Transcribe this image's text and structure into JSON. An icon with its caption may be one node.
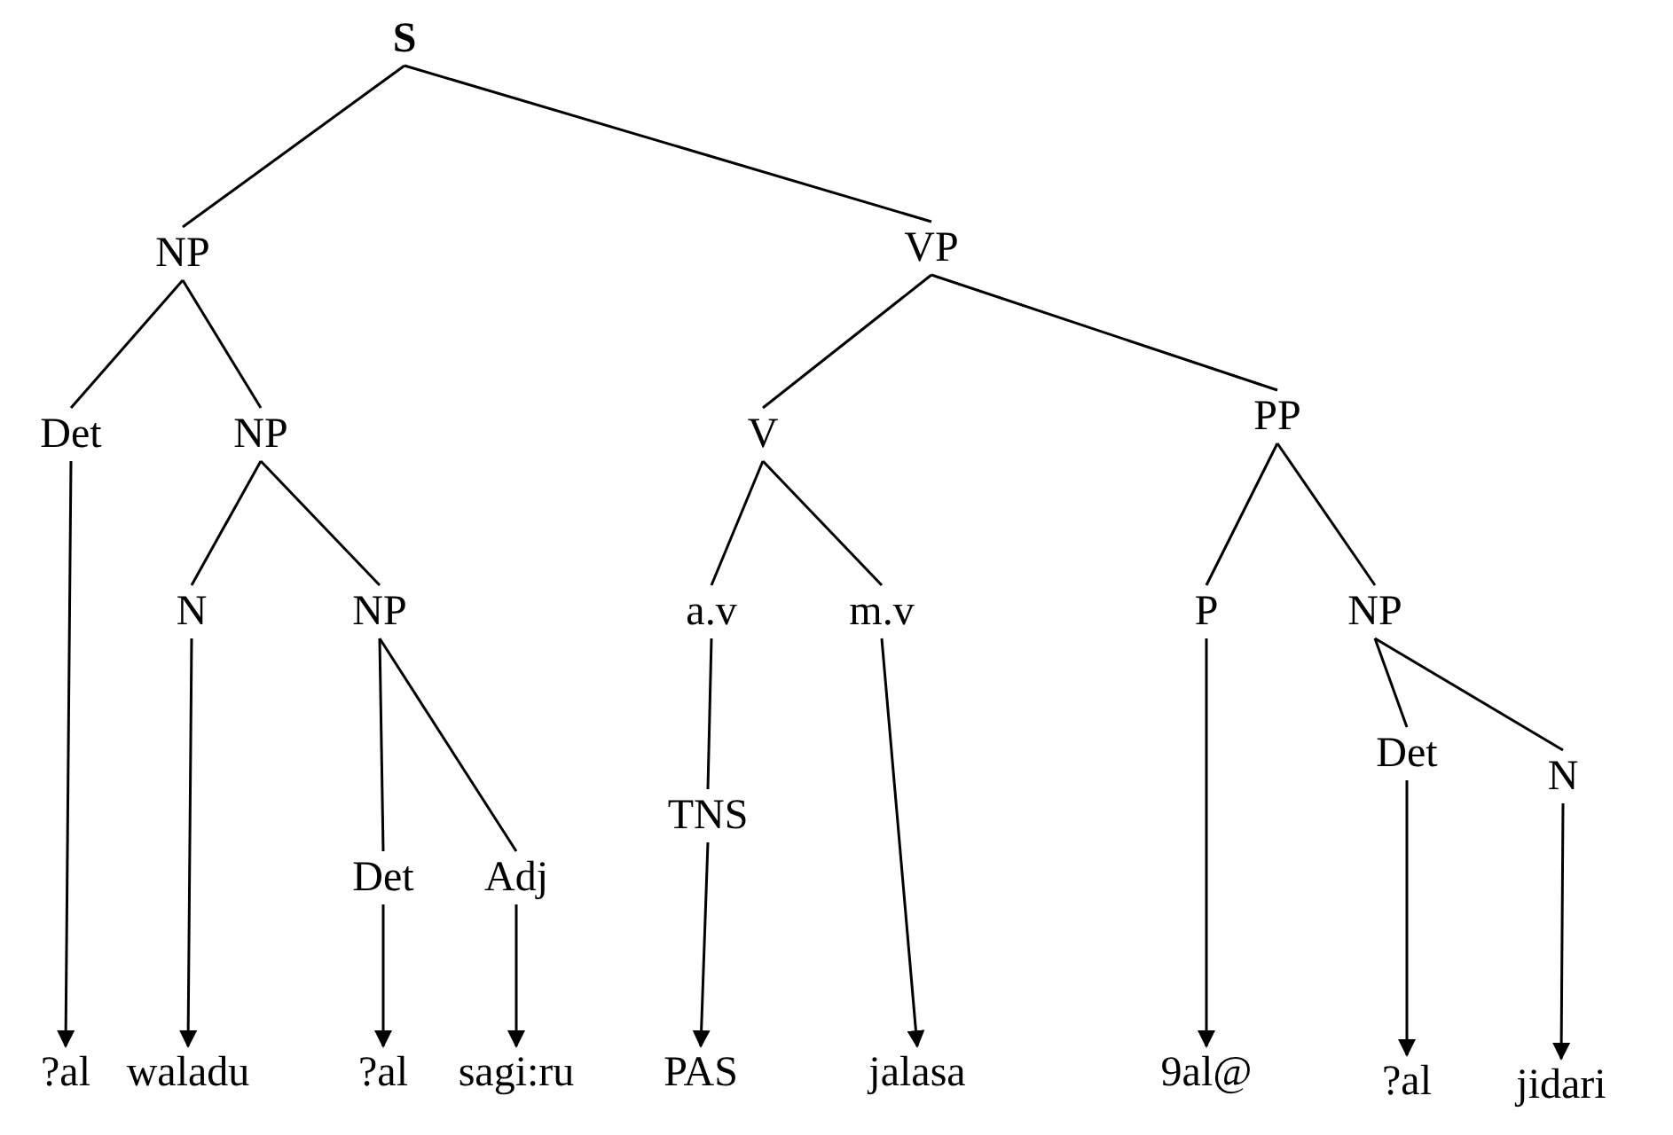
{
  "diagram": {
    "nodes": [
      {
        "text": [
          "S"
        ]
      },
      {
        "text": [
          "NP"
        ]
      },
      {
        "text": [
          "VP"
        ]
      },
      {
        "text": [
          "Det"
        ]
      },
      {
        "text": [
          "NP"
        ]
      },
      {
        "text": [
          "V"
        ]
      },
      {
        "text": [
          "PP"
        ]
      },
      {
        "text": [
          "N"
        ]
      },
      {
        "text": [
          "NP"
        ]
      },
      {
        "text": [
          "a.v"
        ]
      },
      {
        "text": [
          "m.v"
        ]
      },
      {
        "text": [
          "P"
        ]
      },
      {
        "text": [
          "NP"
        ]
      },
      {
        "text": [
          "Det"
        ]
      },
      {
        "text": [
          "Adj"
        ]
      },
      {
        "text": [
          "TNS"
        ]
      },
      {
        "text": [
          "Det"
        ]
      },
      {
        "text": [
          "N"
        ]
      },
      {
        "text": [
          "?al"
        ]
      },
      {
        "text": [
          "waladu"
        ]
      },
      {
        "text": [
          "?al"
        ]
      },
      {
        "text": [
          "sagi:ru"
        ]
      },
      {
        "text": [
          "PAS"
        ]
      },
      {
        "text": [
          "jalasa"
        ]
      },
      {
        "text": [
          "9al@"
        ]
      },
      {
        "text": [
          "?al"
        ]
      },
      {
        "text": [
          "jidari"
        ]
      }
    ],
    "edges": [
      {
        "from": 0,
        "to": 1,
        "arrow": "none"
      },
      {
        "from": 0,
        "to": 2,
        "arrow": "none"
      },
      {
        "from": 1,
        "to": 3,
        "arrow": "none"
      },
      {
        "from": 1,
        "to": 4,
        "arrow": "none"
      },
      {
        "from": 2,
        "to": 5,
        "arrow": "none"
      },
      {
        "from": 2,
        "to": 6,
        "arrow": "none"
      },
      {
        "from": 4,
        "to": 7,
        "arrow": "none"
      },
      {
        "from": 4,
        "to": 8,
        "arrow": "none"
      },
      {
        "from": 5,
        "to": 9,
        "arrow": "none"
      },
      {
        "from": 5,
        "to": 10,
        "arrow": "none"
      },
      {
        "from": 6,
        "to": 11,
        "arrow": "none"
      },
      {
        "from": 6,
        "to": 12,
        "arrow": "none"
      },
      {
        "from": 8,
        "to": 13,
        "arrow": "none"
      },
      {
        "from": 8,
        "to": 14,
        "arrow": "none"
      },
      {
        "from": 9,
        "to": 15,
        "arrow": "none"
      },
      {
        "from": 12,
        "to": 16,
        "arrow": "none"
      },
      {
        "from": 12,
        "to": 17,
        "arrow": "none"
      },
      {
        "from": 3,
        "to": 18,
        "arrow": "to"
      },
      {
        "from": 7,
        "to": 19,
        "arrow": "to"
      },
      {
        "from": 13,
        "to": 20,
        "arrow": "to"
      },
      {
        "from": 14,
        "to": 21,
        "arrow": "to"
      },
      {
        "from": 15,
        "to": 22,
        "arrow": "to"
      },
      {
        "from": 10,
        "to": 23,
        "arrow": "to"
      },
      {
        "from": 11,
        "to": 24,
        "arrow": "to"
      },
      {
        "from": 16,
        "to": 25,
        "arrow": "to"
      },
      {
        "from": 17,
        "to": 26,
        "arrow": "to"
      }
    ]
  }
}
